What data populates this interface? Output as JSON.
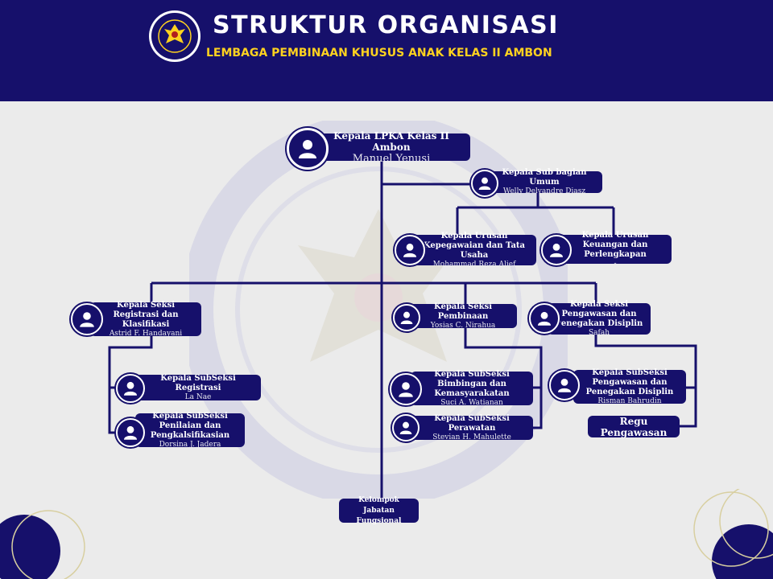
{
  "header": {
    "title": "STRUKTUR ORGANISASI",
    "subtitle": "LEMBAGA PEMBINAAN KHUSUS ANAK KELAS II AMBON",
    "logo_icon": "kemenkumham-emblem-icon"
  },
  "colors": {
    "primary": "#16106b",
    "accent": "#ffd21f",
    "background": "#ebebeb"
  },
  "nodes": {
    "kepala": {
      "title": "Kepala LPKA Kelas II Ambon",
      "name": "Manuel Yenusi"
    },
    "subbag_umum": {
      "title": "Kepala Sub bagian Umum",
      "name": "Welly Delvandre Diasz"
    },
    "urusan_kepegawaian": {
      "title": "Kepala Urusan Kepegawaian dan Tata Usaha",
      "name": "Mohammad Reza Alief"
    },
    "urusan_keuangan": {
      "title": "Kepala Urusan Keuangan dan Perlengkapan",
      "name": "-"
    },
    "seksi_registrasi": {
      "title": "Kepala Seksi Registrasi dan Klasifikasi",
      "name": "Astrid F. Handayani"
    },
    "seksi_pembinaan": {
      "title": "Kepala Seksi Pembinaan",
      "name": "Yosias C. Nirahua"
    },
    "seksi_pengawasan": {
      "title": "Kepala Seksi Pengawasan dan Penegakan Disiplin",
      "name": "Safah"
    },
    "subseksi_registrasi": {
      "title": "Kepala SubSeksi Registrasi",
      "name": "La Nae"
    },
    "subseksi_penilaian": {
      "title": "Kepala SubSeksi Penilaian dan Pengkalsifikasian",
      "name": "Dorsina J. Jadera"
    },
    "subseksi_bimbingan": {
      "title": "Kepala SubSeksi Bimbingan dan Kemasyarakatan",
      "name": "Suci A. Watianan"
    },
    "subseksi_perawatan": {
      "title": "Kepala SubSeksi Perawatan",
      "name": "Stevian H. Mahulette"
    },
    "subseksi_pengawasan": {
      "title": "Kepala SubSeksi Pengawasan dan Penegakan Disiplin",
      "name": "Risman Bahrudin"
    },
    "regu_pengawasan": {
      "title": "Regu Pengawasan"
    },
    "kelompok_fungsional": {
      "title": "Kelompok Jabatan Fungsional"
    }
  }
}
